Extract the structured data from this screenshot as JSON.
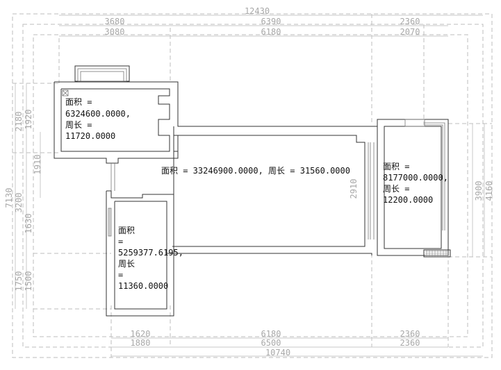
{
  "dimensions": {
    "top_total": "12430",
    "top_row1": [
      "3680",
      "6390",
      "2360"
    ],
    "top_row2": [
      "3080",
      "6180",
      "2070"
    ],
    "bottom_row1": [
      "1620",
      "6180",
      "2360"
    ],
    "bottom_row2": [
      "1880",
      "6500",
      "2360"
    ],
    "bottom_total": "10740",
    "left_total": "7130",
    "left_a": [
      "2180",
      "3200",
      "1750"
    ],
    "left_b": [
      "1920",
      "1630",
      "1500"
    ],
    "left_c": "1910",
    "right_a": "3900",
    "right_b": "4160",
    "inner": "2910"
  },
  "rooms": {
    "room1": {
      "area_label": "面积 =",
      "area": "6324600.0000,",
      "perimeter_label": "周长 =",
      "perimeter": "11720.0000"
    },
    "room2": {
      "text": "面积 = 33246900.0000, 周长 = 31560.0000"
    },
    "room3": {
      "area_label": "面积 =",
      "area": "8177000.0000,",
      "perimeter_label": "周长 =",
      "perimeter": "12200.0000"
    },
    "room4": {
      "area_label": "面积",
      "eq1": "=",
      "area": "5259377.6195,",
      "perimeter_label": "周长",
      "eq2": "=",
      "perimeter": "11360.0000"
    }
  }
}
